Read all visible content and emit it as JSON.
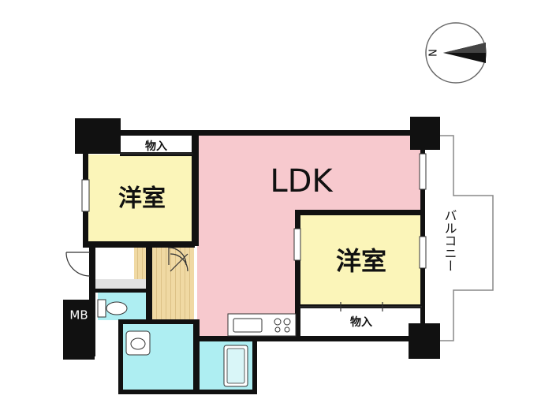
{
  "compass": {
    "label": "N",
    "icon": "north-arrow-icon"
  },
  "rooms": {
    "western_room_1": "洋室",
    "storage_1": "物入",
    "ldk": "LDK",
    "western_room_2": "洋室",
    "storage_2": "物入",
    "meter_box": "MB",
    "balcony": "バルコニー"
  },
  "colors": {
    "ldk_fill": "#f7c9ce",
    "western_fill": "#fbf5b9",
    "wet_area_fill": "#aeeef2",
    "hallway_fill": "#f0d9a3",
    "storage_fill": "#ffffff",
    "wall": "#111111",
    "entrance_floor": "#e2e2e2"
  }
}
